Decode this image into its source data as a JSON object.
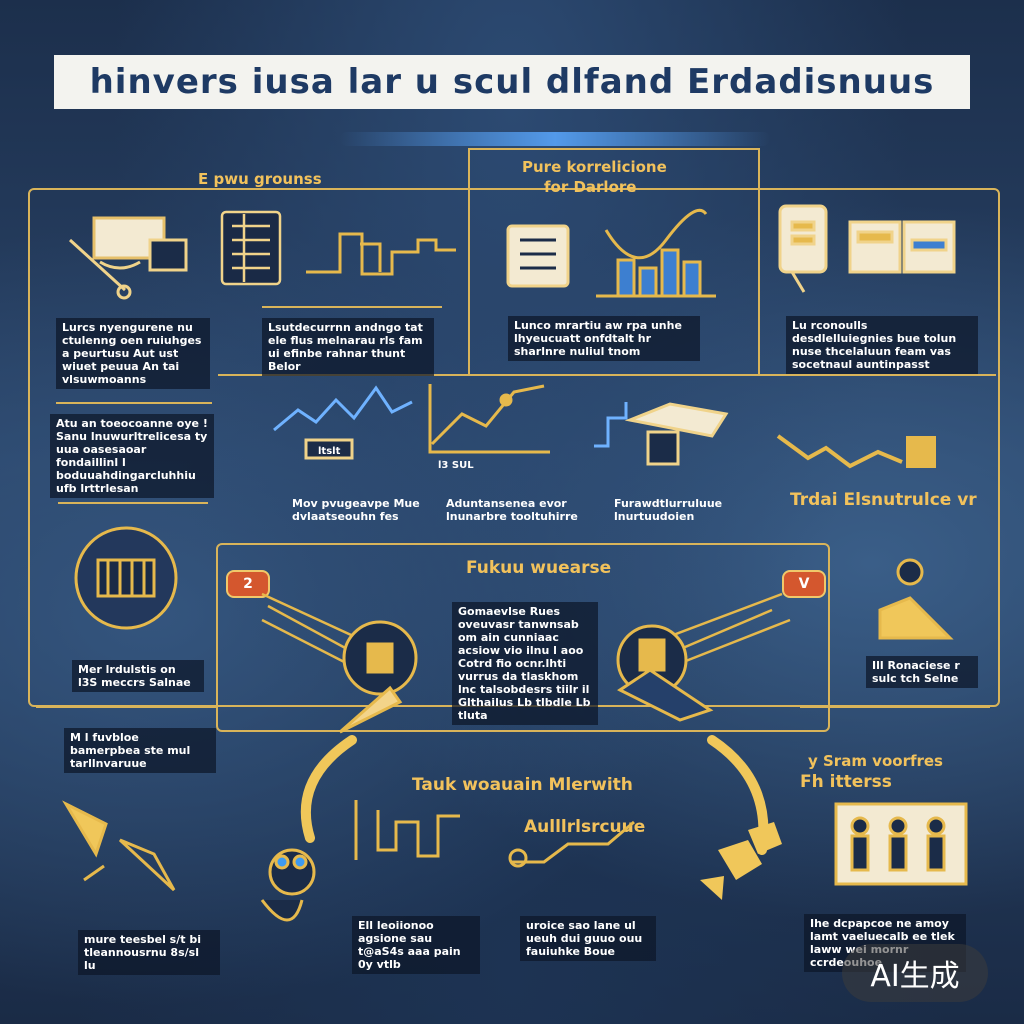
{
  "title": "hinvers  iusa lar  u scul  dlfand Erdadisnuus",
  "sections": {
    "top_left_label": "E pwu grounss",
    "top_center_label_line1": "Pure korrelicione",
    "top_center_label_line2": "for Darlore",
    "future_label": "Fukuu wuearse",
    "tank_label": "Tauk woauain Mlerwith",
    "adl_label": "Aulllrlsrcuue",
    "trade_label": "Trdai Elsnutrulce vr",
    "right_lower_label_line1": "y Sram voorfres",
    "right_lower_label_line2": "Fh itterss"
  },
  "badges": {
    "left": "2",
    "right": "V"
  },
  "texts": {
    "t1": "Lurcs nyengurene nu ctulenng oen ruiuhges a peurtusu Aut ust wiuet peuua An tai vlsuwmoanns",
    "t2": "Lsutdecurrnn andngo tat ele flus melnarau rls fam ui efinbe rahnar thunt Belor",
    "t3": "Lunco mrartiu aw rpa unhe lhyeucuatt onfdtalt hr sharlnre nuliul tnom",
    "t4": "Lu rconoulls desdlelluiegnies bue tolun nuse thcelaluun feam vas socetnaul auntinpasst",
    "t5": "Atu an toeocoanne oye ! Sanu lnuwurltrelicesa ty uua oasesaoar fondaillinl l boduuahdingarcluhhiu ufb lrttrlesan",
    "t6": "Mov pvugeavpe Mue dvlaatseouhn fes",
    "t7": "Aduntansenea evor lnunarbre tooltuhirre",
    "t8": "Furawdtlurruluue lnurtuudoien",
    "t9": "Gomaevlse Rues oveuvasr tanwnsab om ain cunniaac acsiow vio ilnu l aoo Cotrd fio ocnr.lhti vurrus da tlaskhom lnc talsobdesrs tiilr il Glthailus Lb tlbdle Lb tluta",
    "t10": "Mer lrdulstis on l3S meccrs Salnae",
    "t11": "M l fuvbloe bamerpbea ste mul tarllnvaruue",
    "t12": "Ill Ronaciese r sulc tch Selne",
    "t13": "mure teesbel s/t bi tleannousrnu 8s/sl lu",
    "t14": "Ell leoiionoo agsione sau t@aS4s aaa pain 0y vtlb",
    "t15": "uroice sao lane ul ueuh dui guuo ouu fauiuhke Boue",
    "t16": "Ihe dcpapcoe ne amoy lamt vaeluecalb ee tlek laww wei mornr ccrdeouhoe"
  },
  "chart_labels": {
    "cl1": "ltslt",
    "cl2": "l3 SUL"
  },
  "watermark": "AI生成",
  "colors": {
    "gold": "#d9b45a",
    "title_text": "#1e3a64",
    "accent_blue": "#5aa8ff",
    "badge": "#d4572e"
  }
}
